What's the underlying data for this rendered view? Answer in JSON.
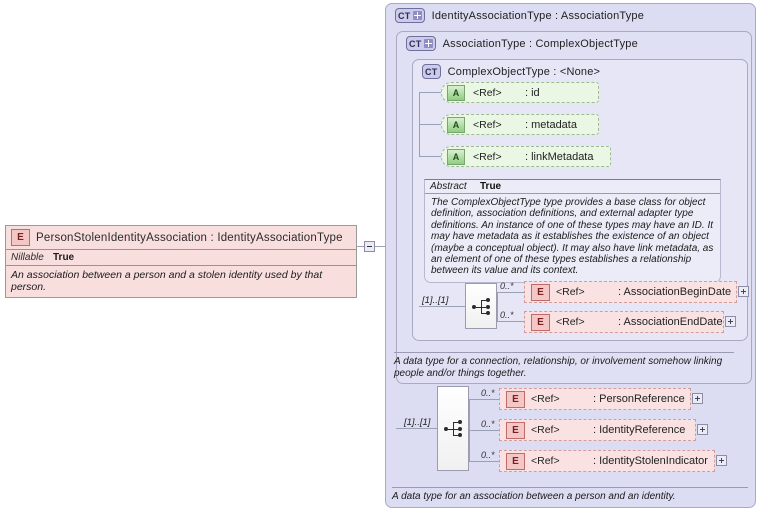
{
  "left_element": {
    "badge": "E",
    "title": "PersonStolenIdentityAssociation : IdentityAssociationType",
    "prop_name": "Nillable",
    "prop_value": "True",
    "documentation": "An association between a person and a stolen identity used by that person."
  },
  "panels": {
    "identity": {
      "badge": "CT",
      "title": "IdentityAssociationType : AssociationType"
    },
    "association": {
      "badge": "CT",
      "title": "AssociationType : ComplexObjectType"
    },
    "complexobject": {
      "badge": "CT",
      "title": "ComplexObjectType : <None>"
    }
  },
  "attributes": [
    {
      "badge": "A",
      "ref": "<Ref>",
      "name": ": id"
    },
    {
      "badge": "A",
      "ref": "<Ref>",
      "name": ": metadata"
    },
    {
      "badge": "A",
      "ref": "<Ref>",
      "name": ": linkMetadata"
    }
  ],
  "abstract": {
    "label": "Abstract",
    "value": "True",
    "documentation": "The ComplexObjectType type provides a base class for object definition, association definitions, and external adapter type definitions. An instance of one of these types may have an ID. It may have metadata as it establishes the existence of an object (maybe a conceptual object). It may also have link metadata, as an element of one of these types establishes a relationship between its value and its context."
  },
  "group_association": {
    "cardinality": "[1]..[1]",
    "elements": [
      {
        "badge": "E",
        "ref": "<Ref>",
        "name": ": AssociationBeginDate",
        "occurs": "0..*"
      },
      {
        "badge": "E",
        "ref": "<Ref>",
        "name": ": AssociationEndDate",
        "occurs": "0..*"
      }
    ]
  },
  "group_identity": {
    "cardinality": "[1]..[1]",
    "elements": [
      {
        "badge": "E",
        "ref": "<Ref>",
        "name": ": PersonReference",
        "occurs": "0..*"
      },
      {
        "badge": "E",
        "ref": "<Ref>",
        "name": ": IdentityReference",
        "occurs": "0..*"
      },
      {
        "badge": "E",
        "ref": "<Ref>",
        "name": ": IdentityStolenIndicator",
        "occurs": "0..*"
      }
    ]
  },
  "footnotes": {
    "association": "A data type for a connection, relationship, or involvement somehow linking people and/or things together.",
    "identity": "A data type for an association between a person and an identity."
  },
  "colors": {
    "element_fill": "#fbe2e2",
    "attribute_fill": "#e9f7e4",
    "panel_outer": "#dcdcf2",
    "panel_mid": "#e0e0f4",
    "panel_inner": "#e6e6f7"
  }
}
